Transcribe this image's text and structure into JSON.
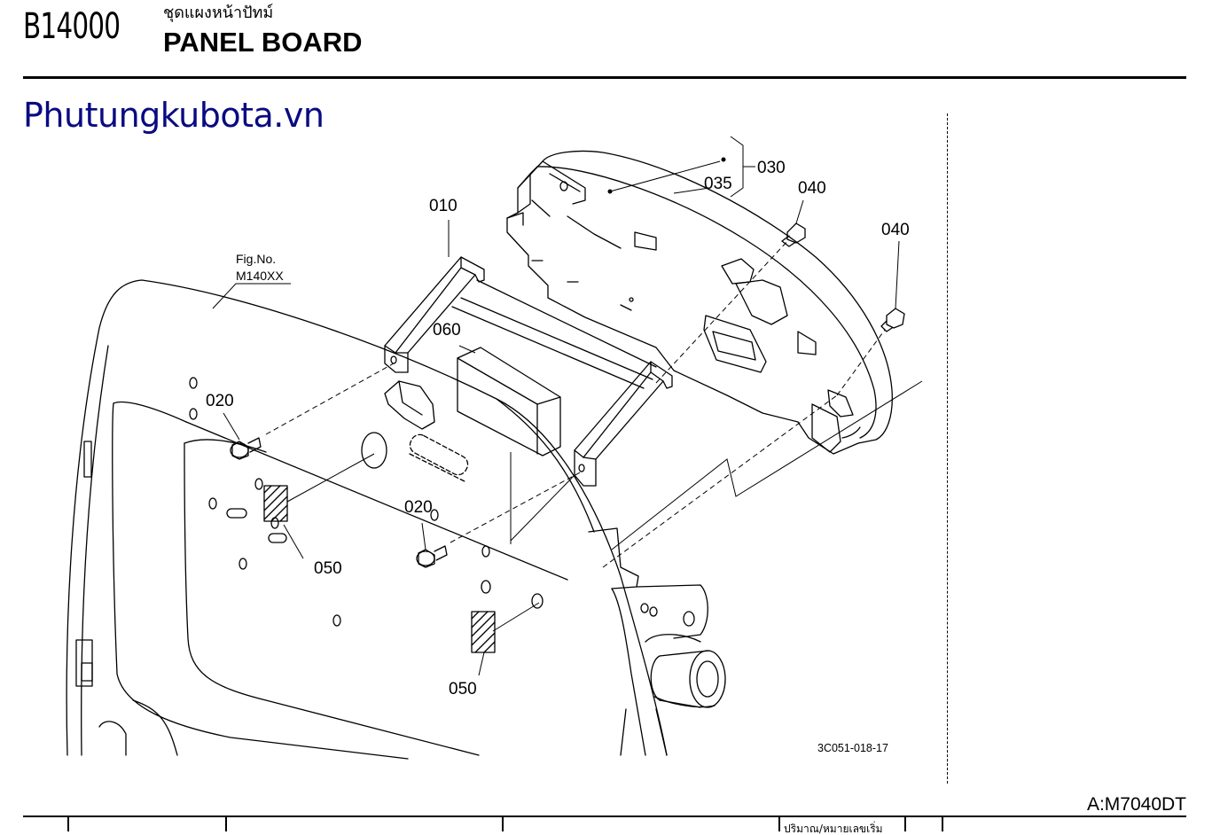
{
  "header": {
    "code": "B14000",
    "title_thai": "ชุดแผงหน้าปัทม์",
    "title_en": "PANEL BOARD"
  },
  "watermark": "Phutungkubota.vn",
  "diagram": {
    "fig_ref_line1": "Fig.No.",
    "fig_ref_line2": "M140XX",
    "part_labels": {
      "p010": "010",
      "p020a": "020",
      "p020b": "020",
      "p030": "030",
      "p035": "035",
      "p040a": "040",
      "p040b": "040",
      "p050a": "050",
      "p050b": "050",
      "p060": "060"
    },
    "drawing_code": "3C051-018-17"
  },
  "footer": {
    "model_code": "A:M7040DT",
    "table_header_partial": "ปริมาณ/หมายเลขเริ่ม"
  }
}
